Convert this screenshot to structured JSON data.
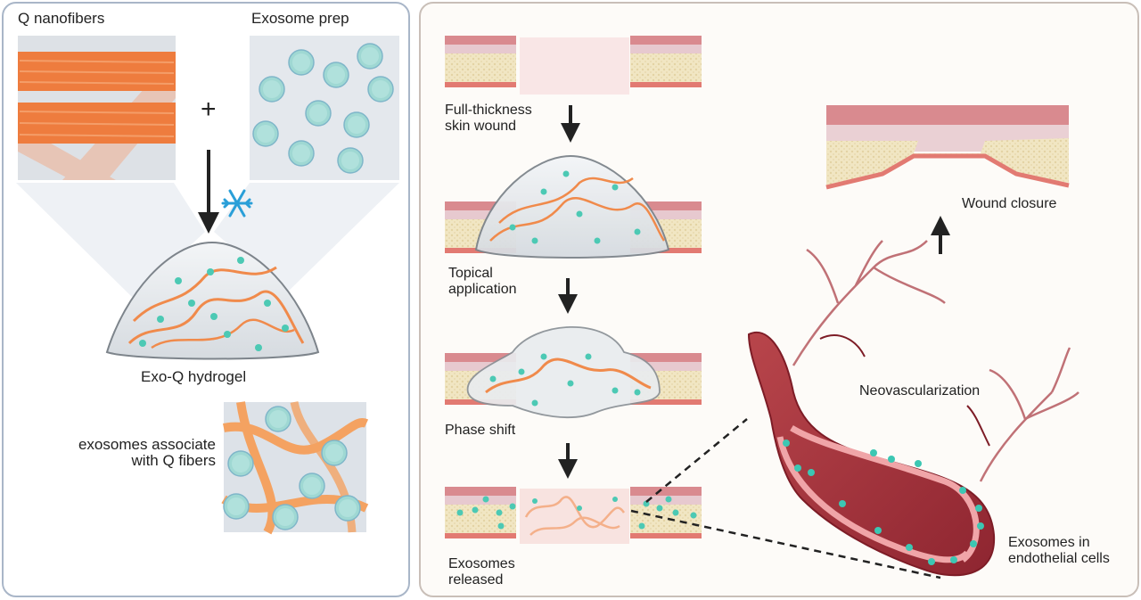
{
  "figure": {
    "left_panel": {
      "labels": {
        "nanofibers": "Q nanofibers",
        "exosome_prep": "Exosome prep",
        "plus": "+",
        "hydrogel": "Exo-Q hydrogel",
        "association": "exosomes associate\nwith Q fibers"
      }
    },
    "right_panel": {
      "steps": [
        {
          "label": "Full-thickness\nskin wound"
        },
        {
          "label": "Topical\napplication"
        },
        {
          "label": "Phase shift"
        },
        {
          "label": "Exosomes\nreleased"
        }
      ],
      "labels": {
        "wound_closure": "Wound closure",
        "neovascularization": "Neovascularization",
        "endothelial": "Exosomes in\nendothelial cells"
      }
    },
    "colors": {
      "fiber_orange": "#f08a4b",
      "exosome_teal": "#4cc9b4",
      "vessel_red": "#a8343a",
      "skin_pink": "#d98a8f",
      "fat_yellow": "#f1e6c3",
      "snowflake_blue": "#2a9fd8",
      "left_border": "#a9b6c8",
      "right_border": "#c9bfb8"
    }
  }
}
